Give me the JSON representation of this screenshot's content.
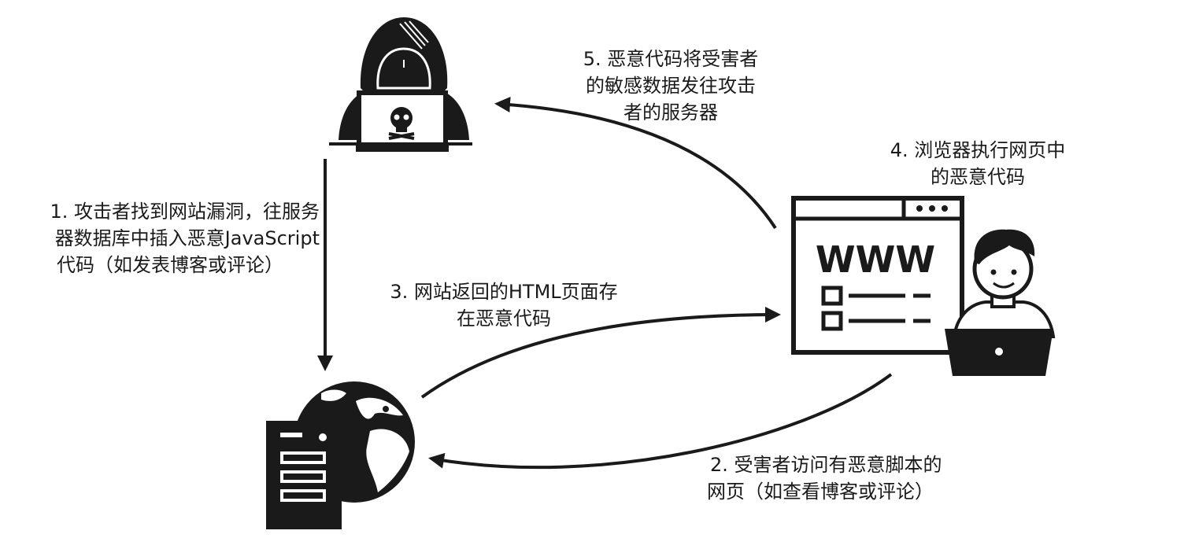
{
  "diagram": {
    "steps": [
      {
        "id": "step1",
        "lines": [
          "1. 攻击者找到网站漏洞，往服务",
          "器数据库中插入恶意JavaScript",
          "代码（如发表博客或评论）"
        ]
      },
      {
        "id": "step2",
        "lines": [
          "2. 受害者访问有恶意脚本的",
          "网页（如查看博客或评论）"
        ]
      },
      {
        "id": "step3",
        "lines": [
          "3. 网站返回的HTML页面存",
          "在恶意代码"
        ]
      },
      {
        "id": "step4",
        "lines": [
          "4. 浏览器执行网页中",
          "的恶意代码"
        ]
      },
      {
        "id": "step5",
        "lines": [
          "5. 恶意代码将受害者",
          "的敏感数据发往攻击",
          "者的服务器"
        ]
      }
    ],
    "browser_text": "WWW",
    "icons": {
      "attacker": "hooded-hacker-icon",
      "server": "web-server-globe-icon",
      "victim": "user-at-laptop-icon",
      "browser": "browser-window-icon"
    },
    "colors": {
      "ink": "#1a1a1a",
      "background": "#ffffff"
    }
  }
}
